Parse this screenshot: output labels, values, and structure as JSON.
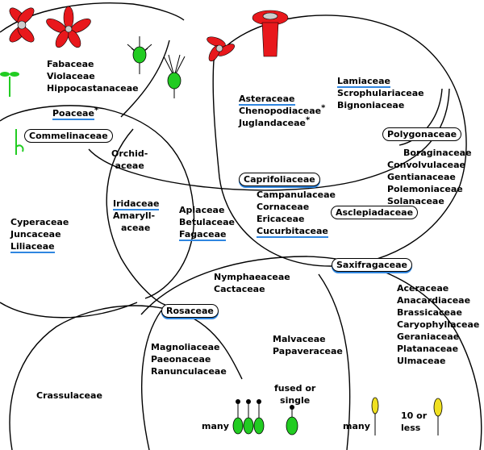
{
  "groups": {
    "top_left": [
      "Fabaceae",
      "Violaceae",
      "Hippocastanaceae"
    ],
    "top_right_a": [
      "Asteraceae",
      "Chenopodiaceae",
      "Juglandaceae"
    ],
    "top_right_b": [
      "Lamiaceae",
      "Scrophulariaceae",
      "Bignoniaceae"
    ],
    "right_mid": [
      "Boraginaceae",
      "Convolvulaceae",
      "Gentianaceae",
      "Polemoniaceae",
      "Solanaceae"
    ],
    "center_right": [
      "Campanulaceae",
      "Cornaceae",
      "Ericaceae",
      "Cucurbitaceae"
    ],
    "center_mono": [
      "Orchid-",
      "aceae"
    ],
    "iridaceae_group": [
      "Iridaceae",
      "Amaryll-",
      "aceae"
    ],
    "center": [
      "Apiaceae",
      "Betulaceae",
      "Fagaceae"
    ],
    "left": [
      "Cyperaceae",
      "Juncaceae",
      "Liliaceae"
    ],
    "lower_mid": [
      "Nymphaeaceae",
      "Cactaceae"
    ],
    "right_low": [
      "Aceraceae",
      "Anacardiaceae",
      "Brassicaceae",
      "Caryophyllaceae",
      "Geraniaceae",
      "Platanaceae",
      "Ulmaceae"
    ],
    "bottom_center_a": [
      "Magnoliaceae",
      "Paeonaceae",
      "Ranunculaceae"
    ],
    "bottom_center_b": [
      "Malvaceae",
      "Papaveraceae"
    ],
    "bottom_left": [
      "Crassulaceae"
    ]
  },
  "boxed": {
    "poaceae": "Poaceae",
    "commelinaceae": "Commelinaceae",
    "polygonaceae": "Polygonaceae",
    "caprifoliaceae": "Caprifoliaceae",
    "asclepiadaceae": "Asclepiadaceae",
    "saxifragaceae": "Saxifragaceae",
    "rosaceae": "Rosaceae"
  },
  "star": "*",
  "captions": {
    "fused_or_single": [
      "fused or",
      "single"
    ],
    "many_green": "many",
    "many_yellow": "many",
    "ten_or_less": [
      "10 or",
      "less"
    ]
  },
  "colors": {
    "line": "#000000",
    "underline": "#2f86e0",
    "flower_red": "#e8181c",
    "pistil_green": "#22cc22",
    "stamen_yellow": "#f0e020"
  },
  "icons": [
    "cross-flower-icon",
    "star-flower-icon",
    "tubular-flower-icon",
    "seedling-icon",
    "ovary-icon",
    "pistil-icon",
    "stamen-icon"
  ]
}
